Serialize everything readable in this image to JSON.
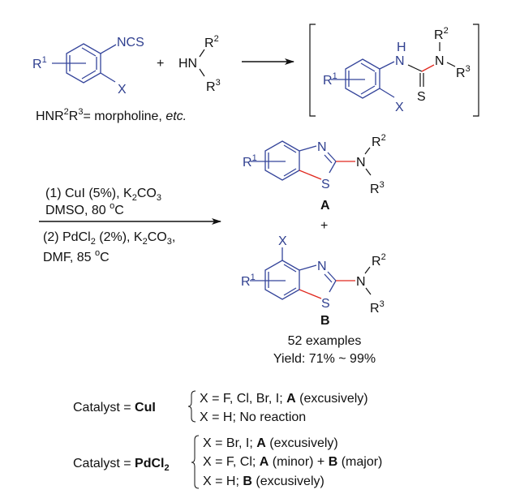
{
  "colors": {
    "structure_blue": "#34449a",
    "new_bond_red": "#e0281e",
    "text_black": "#111111"
  },
  "reactant1": {
    "r1": "R",
    "r1_sup": "1",
    "ncs": "NCS",
    "x": "X"
  },
  "plus_top": "+",
  "amine": {
    "hn": "HN",
    "r2": "R",
    "r2_sup": "2",
    "r3": "R",
    "r3_sup": "3"
  },
  "amine_note": {
    "hnr": "HNR",
    "sup2": "2",
    "r": "R",
    "sup3": "3",
    "eq": "= morpholine, ",
    "etc": "etc."
  },
  "intermediate": {
    "r1": "R",
    "r1_sup": "1",
    "h": "H",
    "n1": "N",
    "s": "S",
    "n2": "N",
    "r2": "R",
    "r2_sup": "2",
    "r3": "R",
    "r3_sup": "3",
    "x": "X"
  },
  "conditions": {
    "step1_line1": {
      "a": "(1) CuI (5%), K",
      "sub": "2",
      "b": "CO",
      "sub2": "3"
    },
    "step1_line2": {
      "a": "DMSO, 80 ",
      "deg": "o",
      "b": "C"
    },
    "step2_line1": {
      "a": "(2) PdCl",
      "sub": "2",
      "b": " (2%), K",
      "sub2": "2",
      "c": "CO",
      "sub3": "3",
      "d": ","
    },
    "step2_line2": {
      "a": "DMF, 85 ",
      "deg": "o",
      "b": "C"
    }
  },
  "product_a": {
    "r1": "R",
    "r1_sup": "1",
    "n_ring": "N",
    "s_ring": "S",
    "n_amine": "N",
    "r2": "R",
    "r2_sup": "2",
    "r3": "R",
    "r3_sup": "3",
    "label": "A"
  },
  "plus_products": "+",
  "product_b": {
    "x": "X",
    "r1": "R",
    "r1_sup": "1",
    "n_ring": "N",
    "s_ring": "S",
    "n_amine": "N",
    "r2": "R",
    "r2_sup": "2",
    "r3": "R",
    "r3_sup": "3",
    "label": "B"
  },
  "summary": {
    "examples": "52 examples",
    "yield": "Yield: 71% ~ 99%"
  },
  "catalyst_cui": {
    "prefix": "Catalyst = ",
    "name": "CuI",
    "line1": {
      "a": "X = F, Cl, Br, I; ",
      "bold": "A",
      "b": " (excusively)"
    },
    "line2": "X = H; No reaction"
  },
  "catalyst_pd": {
    "prefix": "Catalyst = ",
    "name": "PdCl",
    "name_sub": "2",
    "line1": {
      "a": "X = Br, I; ",
      "bold": "A",
      "b": " (excusively)"
    },
    "line2": {
      "a": "X = F, Cl; ",
      "bold1": "A",
      "b": " (minor) + ",
      "bold2": "B",
      "c": " (major)"
    },
    "line3": {
      "a": "X = H; ",
      "bold": "B",
      "b": " (excusively)"
    }
  }
}
